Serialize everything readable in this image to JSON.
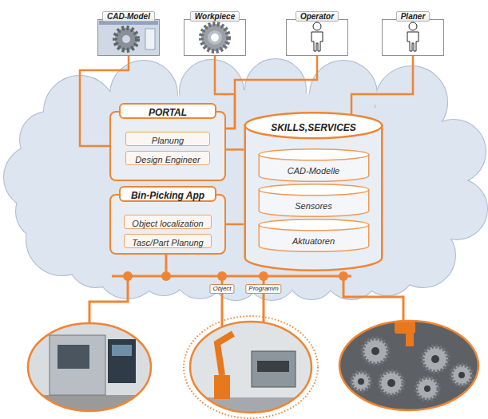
{
  "diagram": {
    "nodes": [
      {
        "text": [
          "CAD-Model"
        ]
      },
      {
        "text": [
          "Workpiece"
        ]
      },
      {
        "text": [
          "Operator"
        ]
      },
      {
        "text": [
          "Planer"
        ]
      },
      {
        "text": [
          "PORTAL"
        ]
      },
      {
        "text": [
          "Planung"
        ],
        "in": 4
      },
      {
        "text": [
          "Design Engineer"
        ],
        "in": 4
      },
      {
        "text": [
          "SKILLS,SERVICES"
        ]
      },
      {
        "text": [
          "CAD-Modelle"
        ],
        "in": 7
      },
      {
        "text": [
          "Sensores"
        ],
        "in": 7
      },
      {
        "text": [
          "Aktuatoren"
        ],
        "in": 7
      },
      {
        "text": [
          "Bin-Picking App"
        ]
      },
      {
        "text": [
          "Object localization"
        ],
        "in": 11
      },
      {
        "text": [
          "Tasc/Part Planung"
        ],
        "in": 11
      }
    ],
    "edges": [
      {
        "from": 0,
        "to": 4,
        "arrow": "none"
      },
      {
        "from": 1,
        "to": 4,
        "arrow": "none"
      },
      {
        "from": 2,
        "to": 4,
        "arrow": "none"
      },
      {
        "from": 3,
        "to": 7,
        "arrow": "none"
      },
      {
        "from": 4,
        "to": 7,
        "arrow": "none"
      },
      {
        "from": 11,
        "to": 7,
        "arrow": "none"
      }
    ],
    "labels": [
      "Object",
      "Programm"
    ]
  }
}
